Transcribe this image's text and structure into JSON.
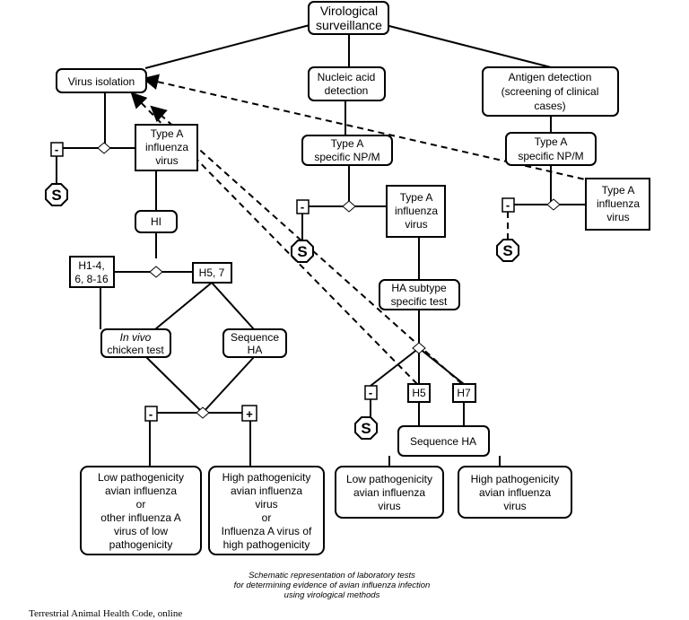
{
  "nodes": {
    "virological_surveillance": [
      "Virological",
      "surveillance"
    ],
    "virus_isolation": [
      "Virus isolation"
    ],
    "nucleic_acid_detection": [
      "Nucleic acid",
      "detection"
    ],
    "antigen_detection": [
      "Antigen detection",
      "(screening of clinical",
      "cases)"
    ],
    "type_a_left": [
      "Type A",
      "influenza",
      "virus"
    ],
    "type_a_np_mid": [
      "Type A",
      "specific NP/M"
    ],
    "type_a_np_right": [
      "Type A",
      "specific NP/M"
    ],
    "type_a_mid": [
      "Type A",
      "influenza",
      "virus"
    ],
    "type_a_right": [
      "Type A",
      "influenza",
      "virus"
    ],
    "hi": [
      "HI"
    ],
    "h1_4": [
      "H1-4,",
      "6, 8-16"
    ],
    "h5_7": [
      "H5, 7"
    ],
    "in_vivo": [
      "In vivo",
      "chicken test"
    ],
    "sequence_ha_left": [
      "Sequence",
      "HA"
    ],
    "ha_subtype": [
      "HA subtype",
      "specific test"
    ],
    "h5": [
      "H5"
    ],
    "h7": [
      "H7"
    ],
    "sequence_ha_mid": [
      "Sequence HA"
    ],
    "low_path_left": [
      "Low pathogenicity",
      "avian influenza",
      "or",
      "other influenza A",
      "virus of low",
      "pathogenicity"
    ],
    "high_path_left": [
      "High pathogenicity",
      "avian influenza",
      "virus",
      "or",
      "Influenza A virus of",
      "high pathogenicity"
    ],
    "low_path_mid": [
      "Low pathogenicity",
      "avian influenza",
      "virus"
    ],
    "high_path_mid": [
      "High pathogenicity",
      "avian influenza",
      "virus"
    ]
  },
  "signs": {
    "negative": "-",
    "positive": "+",
    "stop": "S"
  },
  "caption": [
    "Schematic representation of laboratory tests",
    "for determining evidence of avian influenza infection",
    "using virological methods"
  ],
  "source": "Terrestrial Animal Health Code, online"
}
